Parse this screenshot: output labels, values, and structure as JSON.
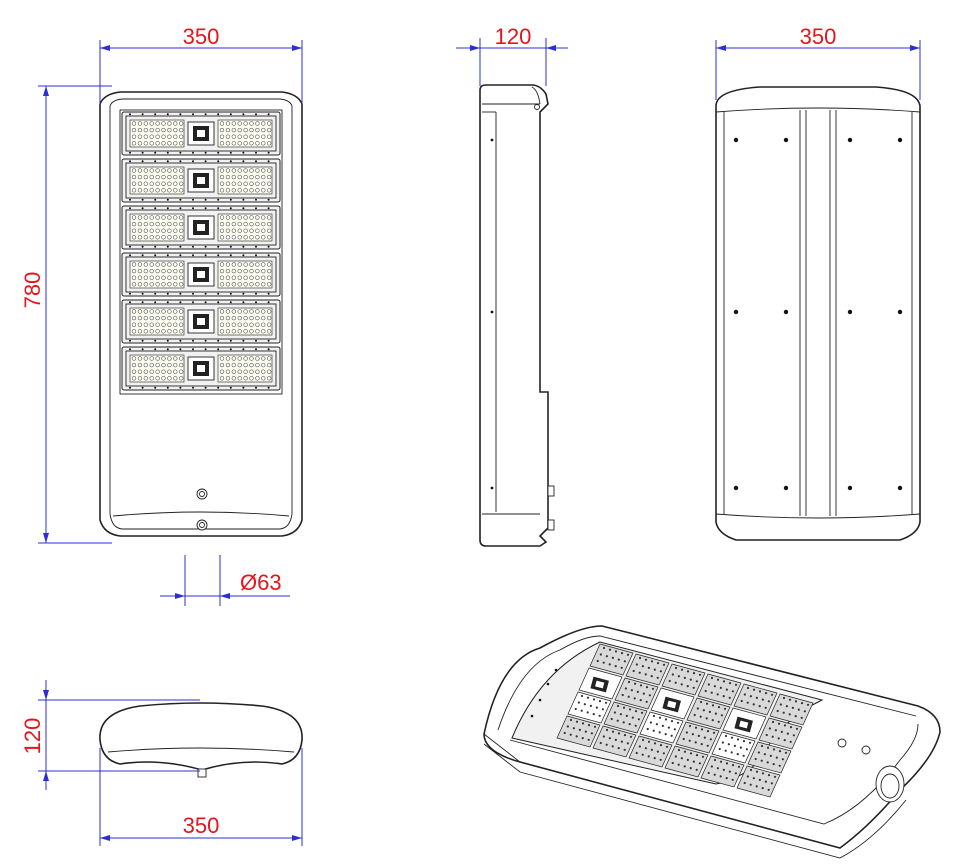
{
  "dimensions": {
    "front_width": "350",
    "front_height": "780",
    "side_depth": "120",
    "back_width": "350",
    "pole_diameter": "Ø63",
    "end_height": "120",
    "end_width": "350"
  },
  "colors": {
    "dimension_text": "#e8141b",
    "dimension_line": "#2b2fd1",
    "outline": "#222222"
  },
  "views": {
    "front": {
      "led_modules": 6
    },
    "side": {},
    "back": {},
    "end": {},
    "isometric": {}
  }
}
